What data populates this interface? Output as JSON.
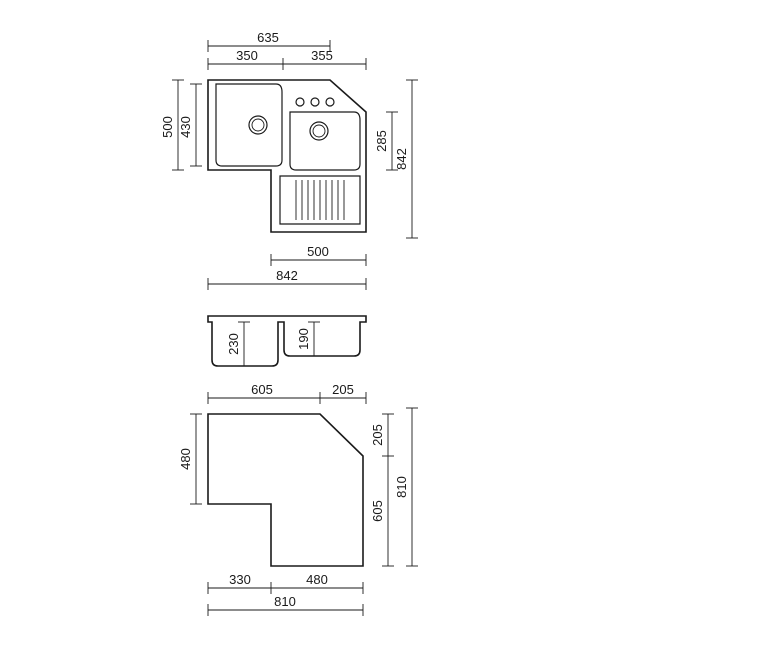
{
  "top_view": {
    "width_total_top": "635",
    "width_left_bowl": "350",
    "width_right_section": "355",
    "height_outer": "500",
    "height_inner": "430",
    "height_right": "842",
    "height_bowl_right": "285",
    "width_drainer": "500",
    "width_bottom": "842"
  },
  "section_view": {
    "depth_left": "230",
    "depth_right": "190"
  },
  "cutout_view": {
    "width_top": "605",
    "width_chamfer": "205",
    "height_left": "480",
    "height_chamfer": "205",
    "height_right_lower": "605",
    "height_right_total": "810",
    "width_step": "330",
    "width_lower": "480",
    "width_bottom_total": "810"
  }
}
